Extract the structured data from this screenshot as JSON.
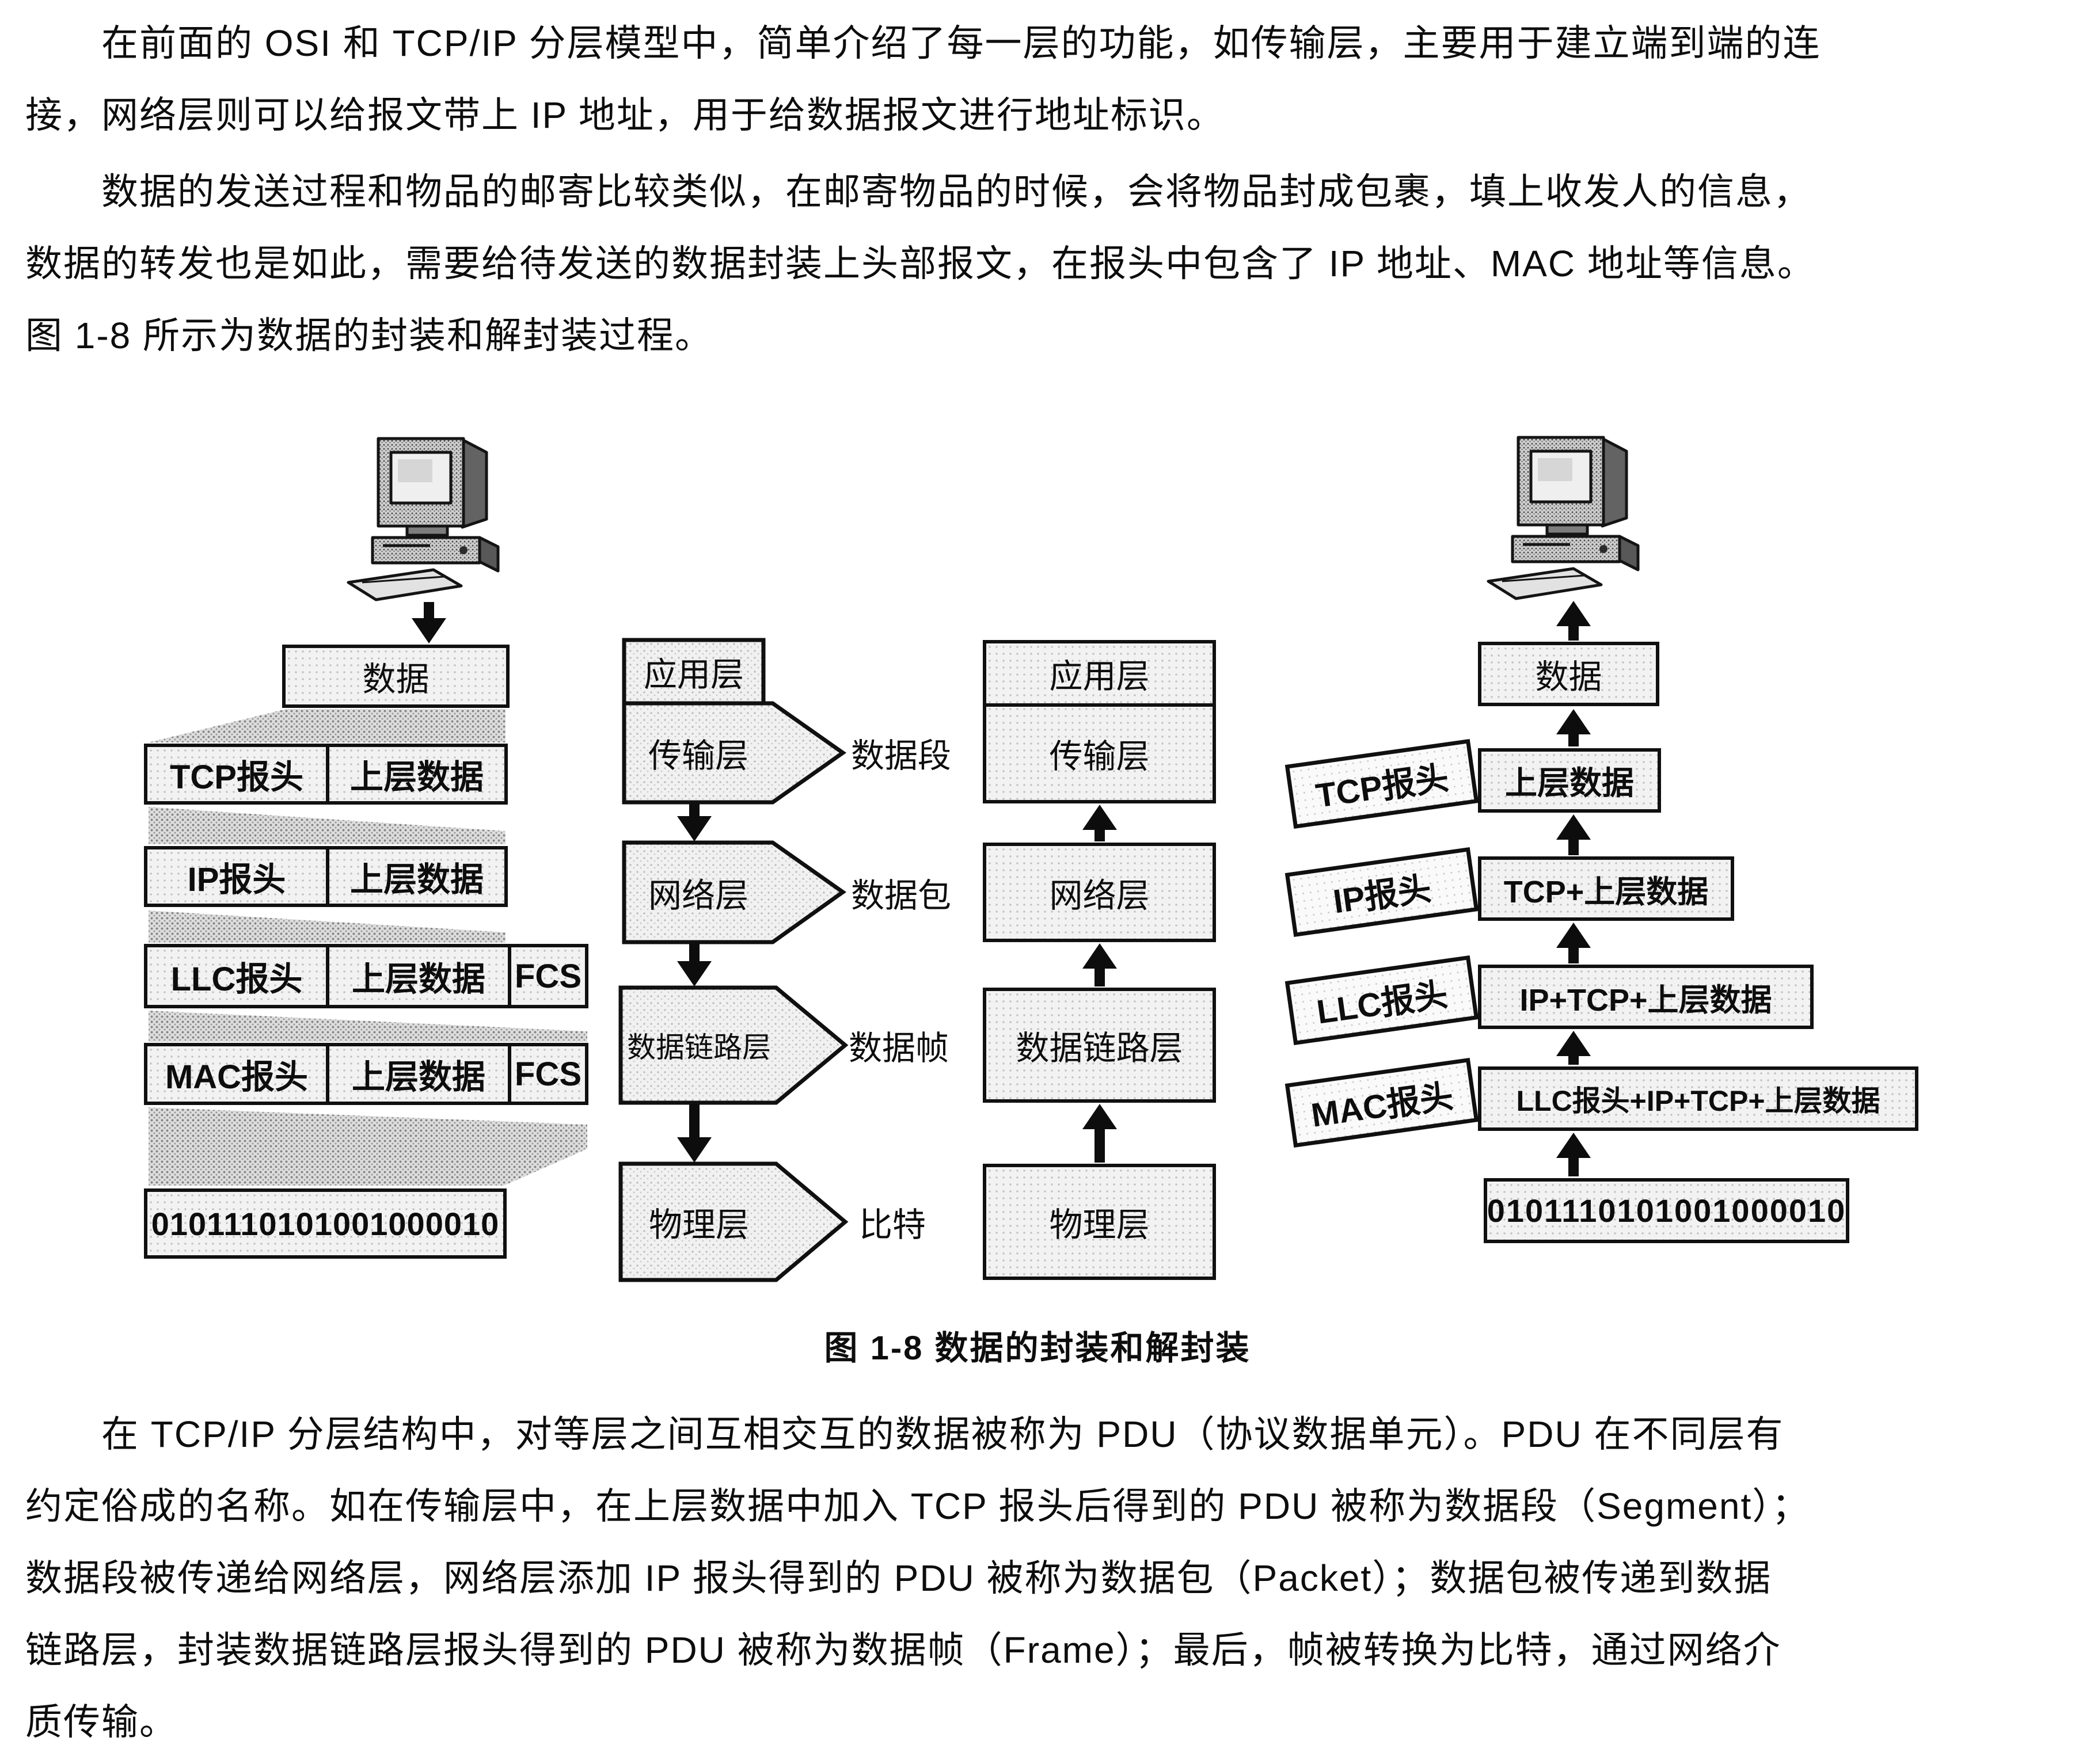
{
  "page": {
    "paragraphs_top": [
      "在前面的 OSI 和 TCP/IP 分层模型中，简单介绍了每一层的功能，如传输层，主要用于建立端到端的连",
      "接，网络层则可以给报文带上 IP 地址，用于给数据报文进行地址标识。",
      "数据的发送过程和物品的邮寄比较类似，在邮寄物品的时候，会将物品封成包裹，填上收发人的信息，",
      "数据的转发也是如此，需要给待发送的数据封装上头部报文，在报头中包含了 IP 地址、MAC 地址等信息。",
      "图 1-8 所示为数据的封装和解封装过程。"
    ],
    "caption": "图 1-8  数据的封装和解封装",
    "paragraphs_bottom": [
      "在 TCP/IP 分层结构中，对等层之间互相交互的数据被称为 PDU（协议数据单元）。PDU 在不同层有",
      "约定俗成的名称。如在传输层中，在上层数据中加入 TCP 报头后得到的 PDU 被称为数据段（Segment）；",
      "数据段被传递给网络层，网络层添加 IP 报头得到的 PDU 被称为数据包（Packet）；数据包被传递到数据",
      "链路层，封装数据链路层报头得到的 PDU 被称为数据帧（Frame）；最后，帧被转换为比特，通过网络介",
      "质传输。"
    ]
  },
  "diagram": {
    "sender": {
      "data_label": "数据",
      "rows": [
        {
          "header": "TCP报头",
          "payload": "上层数据"
        },
        {
          "header": "IP报头",
          "payload": "上层数据"
        },
        {
          "header": "LLC报头",
          "payload": "上层数据",
          "fcs": "FCS"
        },
        {
          "header": "MAC报头",
          "payload": "上层数据",
          "fcs": "FCS"
        }
      ],
      "bits": "0101110101001000010"
    },
    "send_stack": {
      "layers": [
        "应用层",
        "传输层",
        "网络层",
        "数据链路层",
        "物理层"
      ],
      "pdu_labels": [
        "数据段",
        "数据包",
        "数据帧",
        "比特"
      ]
    },
    "receive_stack": {
      "layers": [
        "应用层",
        "传输层",
        "网络层",
        "数据链路层",
        "物理层"
      ]
    },
    "receiver": {
      "data_label": "数据",
      "rows": [
        {
          "header": "TCP报头",
          "payload": "上层数据"
        },
        {
          "header": "IP报头",
          "payload": "TCP+上层数据"
        },
        {
          "header": "LLC报头",
          "payload": "IP+TCP+上层数据"
        },
        {
          "header": "MAC报头",
          "payload": "LLC报头+IP+TCP+上层数据"
        }
      ],
      "bits": "0101110101001000010"
    }
  }
}
